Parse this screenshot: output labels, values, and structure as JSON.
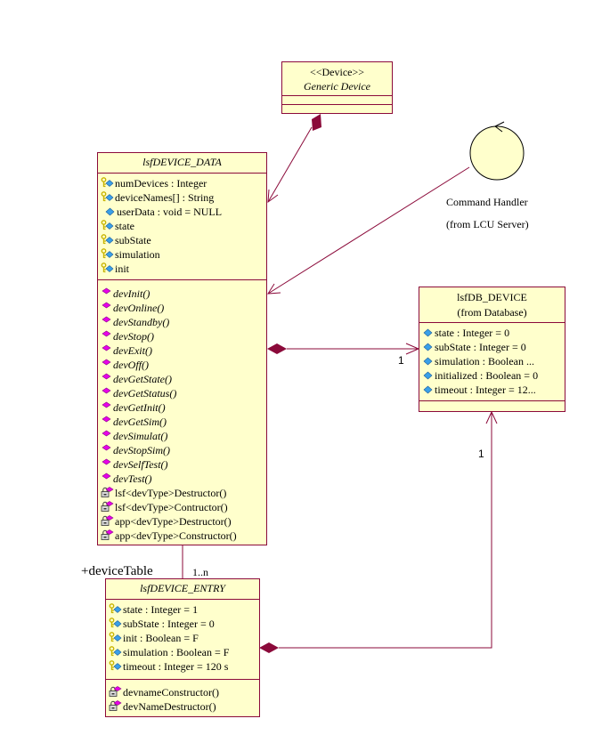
{
  "colors": {
    "class_fill": "#ffffcc",
    "border": "#8b0a3a",
    "operation_icon": "#e800e8",
    "attribute_icon": "#3aa0e8",
    "key_icon": "#c8b400"
  },
  "generic_device": {
    "stereotype": "<<Device>>",
    "name": "Generic Device"
  },
  "command_handler": {
    "name": "Command Handler",
    "package": "(from LCU Server)"
  },
  "device_data": {
    "name": "lsfDEVICE_DATA",
    "attributes": [
      {
        "icon": "key-attribute",
        "text": "numDevices : Integer"
      },
      {
        "icon": "key-attribute",
        "text": "deviceNames[] : String"
      },
      {
        "icon": "public-attribute",
        "text": "userData : void = NULL"
      },
      {
        "icon": "key-attribute",
        "text": "state"
      },
      {
        "icon": "key-attribute",
        "text": "subState"
      },
      {
        "icon": "key-attribute",
        "text": "simulation"
      },
      {
        "icon": "key-attribute",
        "text": "init"
      }
    ],
    "operations": [
      {
        "icon": "public-operation",
        "text": "devInit()"
      },
      {
        "icon": "public-operation",
        "text": "devOnline()"
      },
      {
        "icon": "public-operation",
        "text": "devStandby()"
      },
      {
        "icon": "public-operation",
        "text": "devStop()"
      },
      {
        "icon": "public-operation",
        "text": "devExit()"
      },
      {
        "icon": "public-operation",
        "text": "devOff()"
      },
      {
        "icon": "public-operation",
        "text": "devGetState()"
      },
      {
        "icon": "public-operation",
        "text": "devGetStatus()"
      },
      {
        "icon": "public-operation",
        "text": "devGetInit()"
      },
      {
        "icon": "public-operation",
        "text": "devGetSim()"
      },
      {
        "icon": "public-operation",
        "text": "devSimulat()"
      },
      {
        "icon": "public-operation",
        "text": "devStopSim()"
      },
      {
        "icon": "public-operation",
        "text": "devSelfTest()"
      },
      {
        "icon": "public-operation",
        "text": "devTest()"
      },
      {
        "icon": "private-operation",
        "text": "lsf<devType>Destructor()"
      },
      {
        "icon": "private-operation",
        "text": "lsf<devType>Contructor()"
      },
      {
        "icon": "private-operation",
        "text": "app<devType>Destructor()"
      },
      {
        "icon": "private-operation",
        "text": "app<devType>Constructor()"
      }
    ]
  },
  "db_device": {
    "name": "lsfDB_DEVICE",
    "package": "(from Database)",
    "attributes": [
      {
        "icon": "public-attribute",
        "text": "state : Integer = 0"
      },
      {
        "icon": "public-attribute",
        "text": "subState : Integer = 0"
      },
      {
        "icon": "public-attribute",
        "text": "simulation : Boolean ..."
      },
      {
        "icon": "public-attribute",
        "text": "initialized : Boolean = 0"
      },
      {
        "icon": "public-attribute",
        "text": "timeout : Integer = 12..."
      }
    ]
  },
  "device_entry": {
    "name": "lsfDEVICE_ENTRY",
    "attributes": [
      {
        "icon": "key-attribute",
        "text": "state : Integer = 1"
      },
      {
        "icon": "key-attribute",
        "text": "subState : Integer = 0"
      },
      {
        "icon": "key-attribute",
        "text": "init : Boolean = F"
      },
      {
        "icon": "key-attribute",
        "text": "simulation : Boolean = F"
      },
      {
        "icon": "key-attribute",
        "text": "timeout : Integer = 120 s"
      }
    ],
    "operations": [
      {
        "icon": "private-operation",
        "text": "devnameConstructor()"
      },
      {
        "icon": "private-operation",
        "text": "devNameDestructor()"
      }
    ]
  },
  "relations": {
    "data_to_db_multiplicity": "1",
    "entry_to_db_multiplicity": "1",
    "device_table_role": "+deviceTable",
    "device_table_multiplicity": "1..n"
  }
}
